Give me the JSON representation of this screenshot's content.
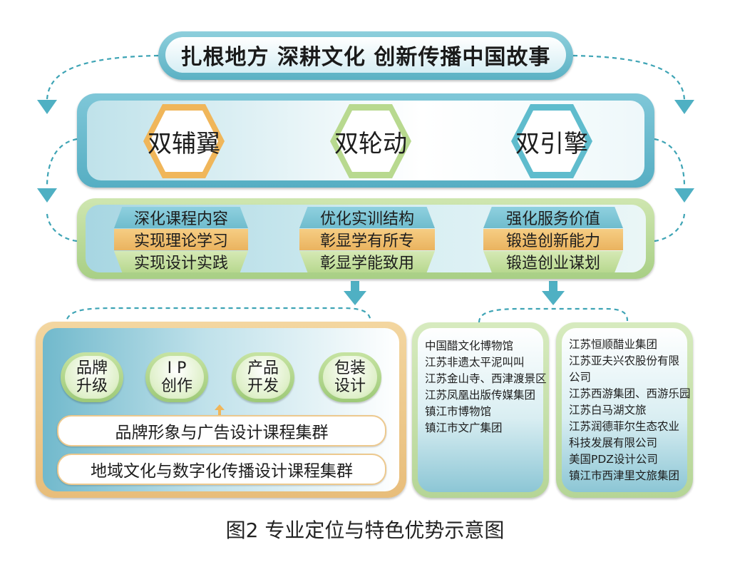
{
  "title": "扎根地方 深耕文化 创新传播中国故事",
  "row1": {
    "items": [
      {
        "label": "双辅翼",
        "color": "#f0b65a"
      },
      {
        "label": "双轮动",
        "color": "#b8d98f"
      },
      {
        "label": "双引擎",
        "color": "#5fbccd"
      }
    ]
  },
  "row2": {
    "groups": [
      {
        "lines": [
          "深化课程内容",
          "实现理论学习",
          "实现设计实践"
        ]
      },
      {
        "lines": [
          "优化实训结构",
          "彰显学有所专",
          "彰显学能致用"
        ]
      },
      {
        "lines": [
          "强化服务价值",
          "锻造创新能力",
          "锻造创业谋划"
        ]
      }
    ]
  },
  "bottom_left": {
    "pills": [
      {
        "line1": "品牌",
        "line2": "升级"
      },
      {
        "line1": "I P",
        "line2": "创作"
      },
      {
        "line1": "产品",
        "line2": "开发"
      },
      {
        "line1": "包装",
        "line2": "设计"
      }
    ],
    "bars": [
      "品牌形象与广告设计课程集群",
      "地域文化与数字化传播设计课程集群"
    ]
  },
  "card_middle": {
    "lines": [
      "中国醋文化博物馆",
      "江苏非遗太平泥叫叫",
      "江苏金山寺、西津渡景区",
      "江苏凤凰出版传媒集团",
      "镇江市博物馆",
      "镇江市文广集团"
    ]
  },
  "card_right": {
    "lines": [
      "江苏恒顺醋业集团",
      "江苏亚夫兴农股份有限",
      "公司",
      "江苏西游集团、西游乐园",
      "江苏白马湖文旅",
      "江苏润德菲尔生态农业",
      "科技发展有限公司",
      "美国PDZ设计公司",
      "镇江市西津里文旅集团"
    ]
  },
  "caption": "图2 专业定位与特色优势示意图",
  "colors": {
    "teal": "#4fb0c3",
    "orange": "#f0b65a",
    "green": "#b8d98f",
    "dashed_line": "#3ea4b5"
  }
}
